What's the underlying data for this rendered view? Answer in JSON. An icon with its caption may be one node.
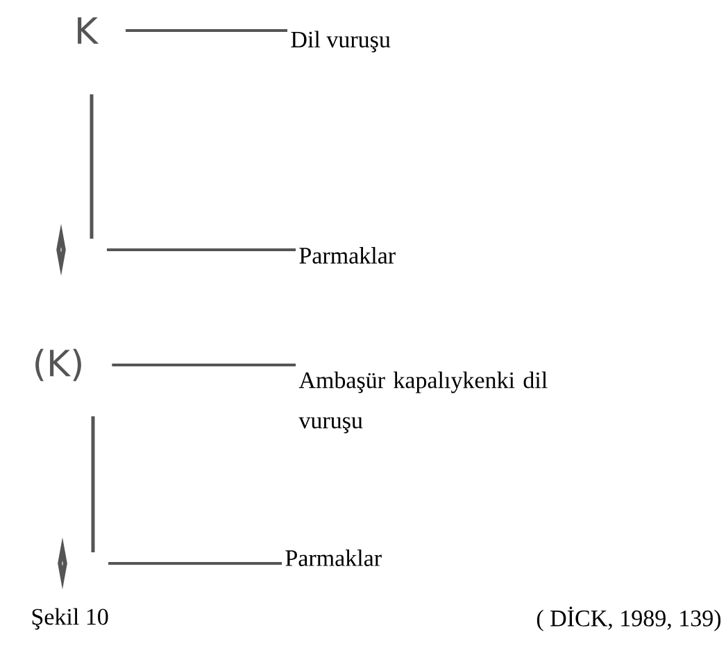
{
  "diagram": {
    "caption": "Şekil 10",
    "nodes": [
      {
        "text": [
          "K"
        ]
      },
      {
        "text": [
          "Dil vuruşu"
        ]
      },
      {
        "text": [],
        "shape": "diamond"
      },
      {
        "text": [
          "Parmaklar"
        ]
      },
      {
        "text": [
          "(K)"
        ]
      },
      {
        "text": [
          "Ambaşür kapalıykenki dil vuruşu"
        ]
      },
      {
        "text": [],
        "shape": "diamond"
      },
      {
        "text": [
          "Parmaklar"
        ]
      }
    ],
    "edges": [
      {
        "from": 0,
        "to": 1,
        "arrow": "none"
      },
      {
        "from": 2,
        "to": 3,
        "arrow": "none"
      },
      {
        "from": 4,
        "to": 5,
        "arrow": "none"
      },
      {
        "from": 6,
        "to": 7,
        "arrow": "none"
      }
    ],
    "labels": [
      "( DİCK, 1989, 139)"
    ]
  }
}
